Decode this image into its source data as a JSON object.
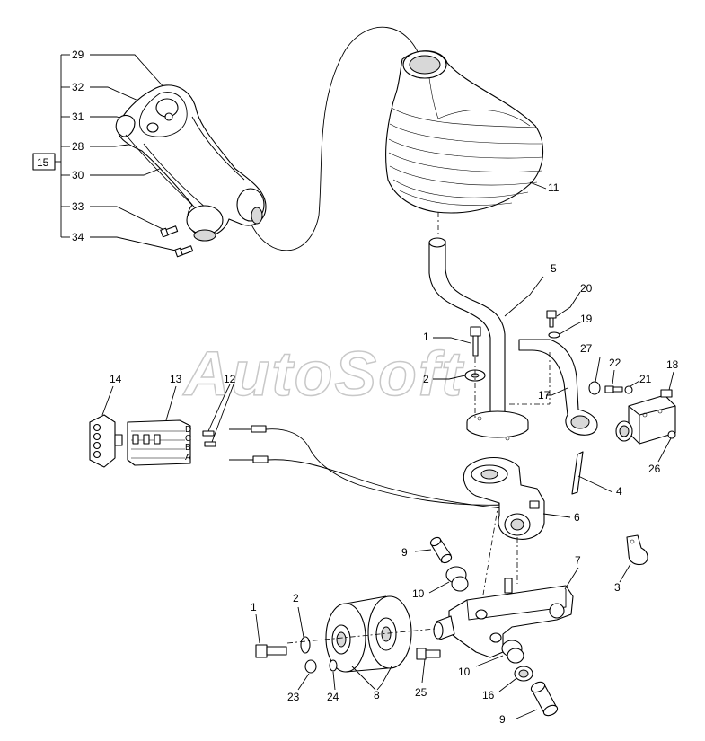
{
  "watermark": "AutoSoft",
  "group_box_label": "15",
  "callouts": {
    "c29": "29",
    "c32": "32",
    "c31": "31",
    "c28": "28",
    "c30": "30",
    "c33": "33",
    "c34": "34",
    "c11": "11",
    "c5": "5",
    "c20": "20",
    "c19": "19",
    "c1a": "1",
    "c2a": "2",
    "c27": "27",
    "c22": "22",
    "c21": "21",
    "c18": "18",
    "c14": "14",
    "c13": "13",
    "c12": "12",
    "c17": "17",
    "c26": "26",
    "c4": "4",
    "c6": "6",
    "c9a": "9",
    "c7": "7",
    "c3": "3",
    "c10a": "10",
    "c1b": "1",
    "c2b": "2",
    "c10b": "10",
    "c25": "25",
    "c16": "16",
    "c23": "23",
    "c24": "24",
    "c8": "8",
    "c9b": "9"
  },
  "connector_pins": [
    "D",
    "C",
    "B",
    "A"
  ]
}
